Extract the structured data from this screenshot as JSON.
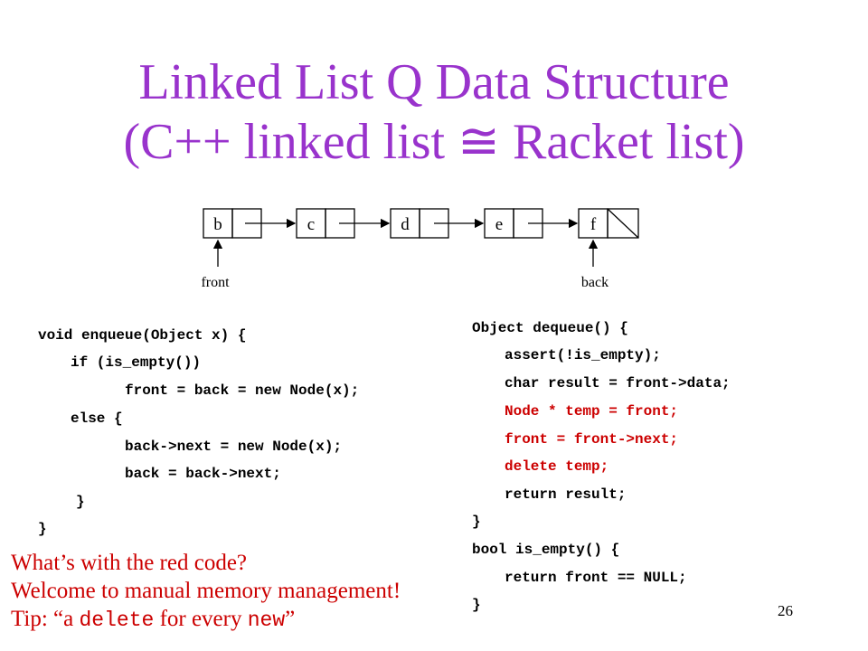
{
  "title": {
    "line1": "Linked List Q Data Structure",
    "line2": "(C++ linked list ≅ Racket list)"
  },
  "list_diagram": {
    "nodes": [
      "b",
      "c",
      "d",
      "e",
      "f"
    ],
    "front_label": "front",
    "back_label": "back"
  },
  "enqueue_code": [
    "void enqueue(Object x) {",
    "if (is_empty())",
    "front = back = new Node(x);",
    "else {",
    "back->next = new Node(x);",
    "back = back->next;",
    "}",
    "}"
  ],
  "dequeue_code": [
    "Object dequeue() {",
    "assert(!is_empty);",
    "char result = front->data;",
    "Node * temp = front;",
    "front = front->next;",
    "delete temp;",
    "return result;",
    "}",
    "bool is_empty() {",
    "return front == NULL;",
    "}"
  ],
  "note": {
    "line1": "What’s with the red code?",
    "line2": "Welcome to manual memory management!",
    "line3_prefix": "Tip: “a ",
    "line3_delete": "delete",
    "line3_middle": " for every ",
    "line3_new": "new",
    "line3_suffix": "”"
  },
  "page_number": "26",
  "colors": {
    "title": "#9933cc",
    "highlight_code": "#cc0000",
    "note_text": "#cc0000"
  }
}
